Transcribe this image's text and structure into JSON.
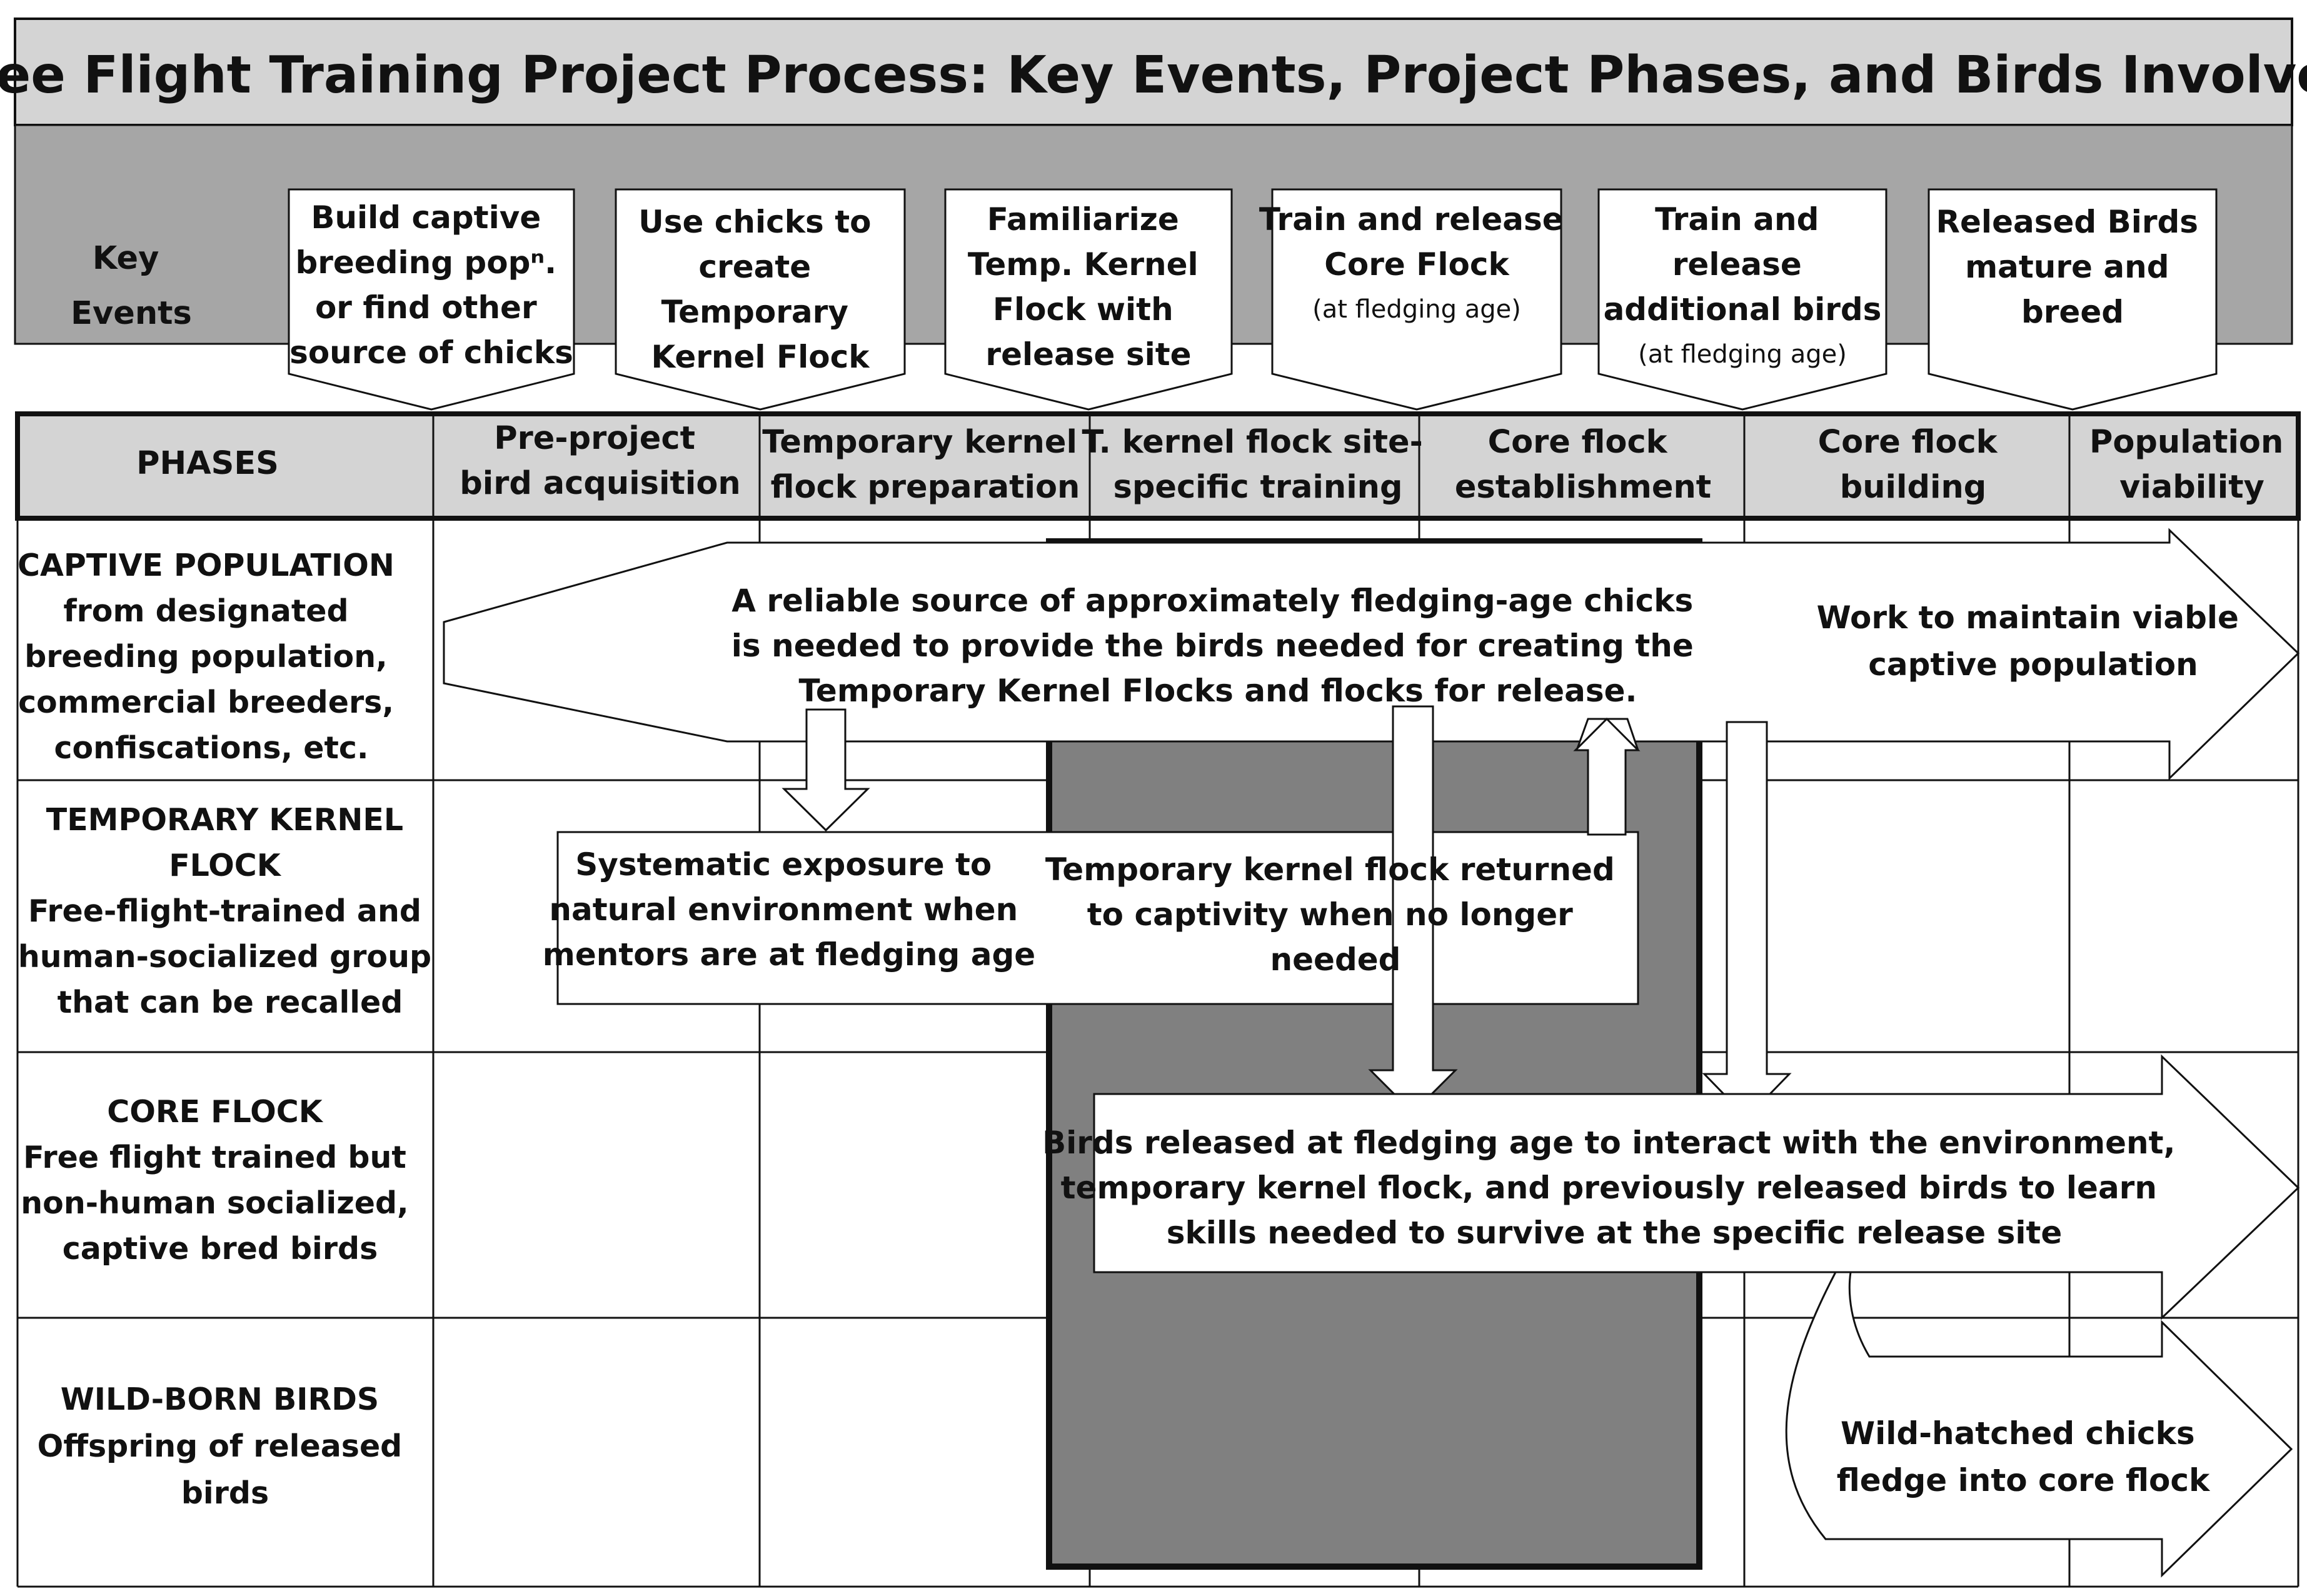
{
  "title": "Free Flight Training Project Process: Key Events, Project Phases, and Birds Involved",
  "key_events": {
    "label": [
      "Key",
      "Events"
    ],
    "items": [
      {
        "lines": [
          "Build captive",
          "breeding popⁿ.",
          "or find other",
          "source of chicks"
        ],
        "note": ""
      },
      {
        "lines": [
          "Use chicks to",
          "create",
          "Temporary",
          "Kernel Flock"
        ],
        "note": ""
      },
      {
        "lines": [
          "Familiarize",
          "Temp. Kernel",
          "Flock with",
          "release site"
        ],
        "note": ""
      },
      {
        "lines": [
          "Train and release",
          "Core Flock"
        ],
        "note": "(at fledging age)"
      },
      {
        "lines": [
          "Train and",
          "release",
          "additional birds"
        ],
        "note": "(at fledging age)"
      },
      {
        "lines": [
          "Released Birds",
          "mature and",
          "breed"
        ],
        "note": ""
      }
    ]
  },
  "phases": {
    "label": "PHASES",
    "items": [
      [
        "Pre-project",
        "bird acquisition"
      ],
      [
        "Temporary kernel",
        "flock preparation"
      ],
      [
        "T. kernel flock site-",
        "specific training"
      ],
      [
        "Core flock",
        "establishment"
      ],
      [
        "Core flock",
        "building"
      ],
      [
        "Population",
        "viability"
      ]
    ]
  },
  "rows": [
    [
      "CAPTIVE POPULATION",
      "from designated",
      "breeding population,",
      "commercial breeders,",
      "confiscations, etc."
    ],
    [
      "TEMPORARY KERNEL",
      "FLOCK",
      "Free-flight-trained and",
      "human-socialized group",
      "that can be recalled"
    ],
    [
      "CORE FLOCK",
      "Free flight trained but",
      "non-human socialized,",
      "captive bred birds"
    ],
    [
      "WILD-BORN BIRDS",
      "Offspring of released",
      "birds"
    ]
  ],
  "boxes": {
    "captive_source": [
      "A reliable source of approximately fledging-age chicks",
      "is needed to provide the birds needed for creating the",
      "Temporary Kernel Flocks and flocks for release."
    ],
    "maintain": [
      "Work to maintain viable",
      "captive population"
    ],
    "exposure": [
      "Systematic exposure to",
      "natural environment when",
      "mentors are at fledging age"
    ],
    "returned": [
      "Temporary kernel flock returned",
      "to captivity when no longer",
      "needed"
    ],
    "released": [
      "Birds released at fledging age to interact with the environment,",
      "temporary kernel flock, and previously released birds to learn",
      "skills needed to survive at the specific release site"
    ],
    "wild": [
      "Wild-hatched chicks",
      "fledge into core flock"
    ]
  },
  "colors": {
    "header_band": "#d4d4d4",
    "key_band": "#a6a6a6",
    "shaded_block": "#808080",
    "line": "#111111"
  }
}
